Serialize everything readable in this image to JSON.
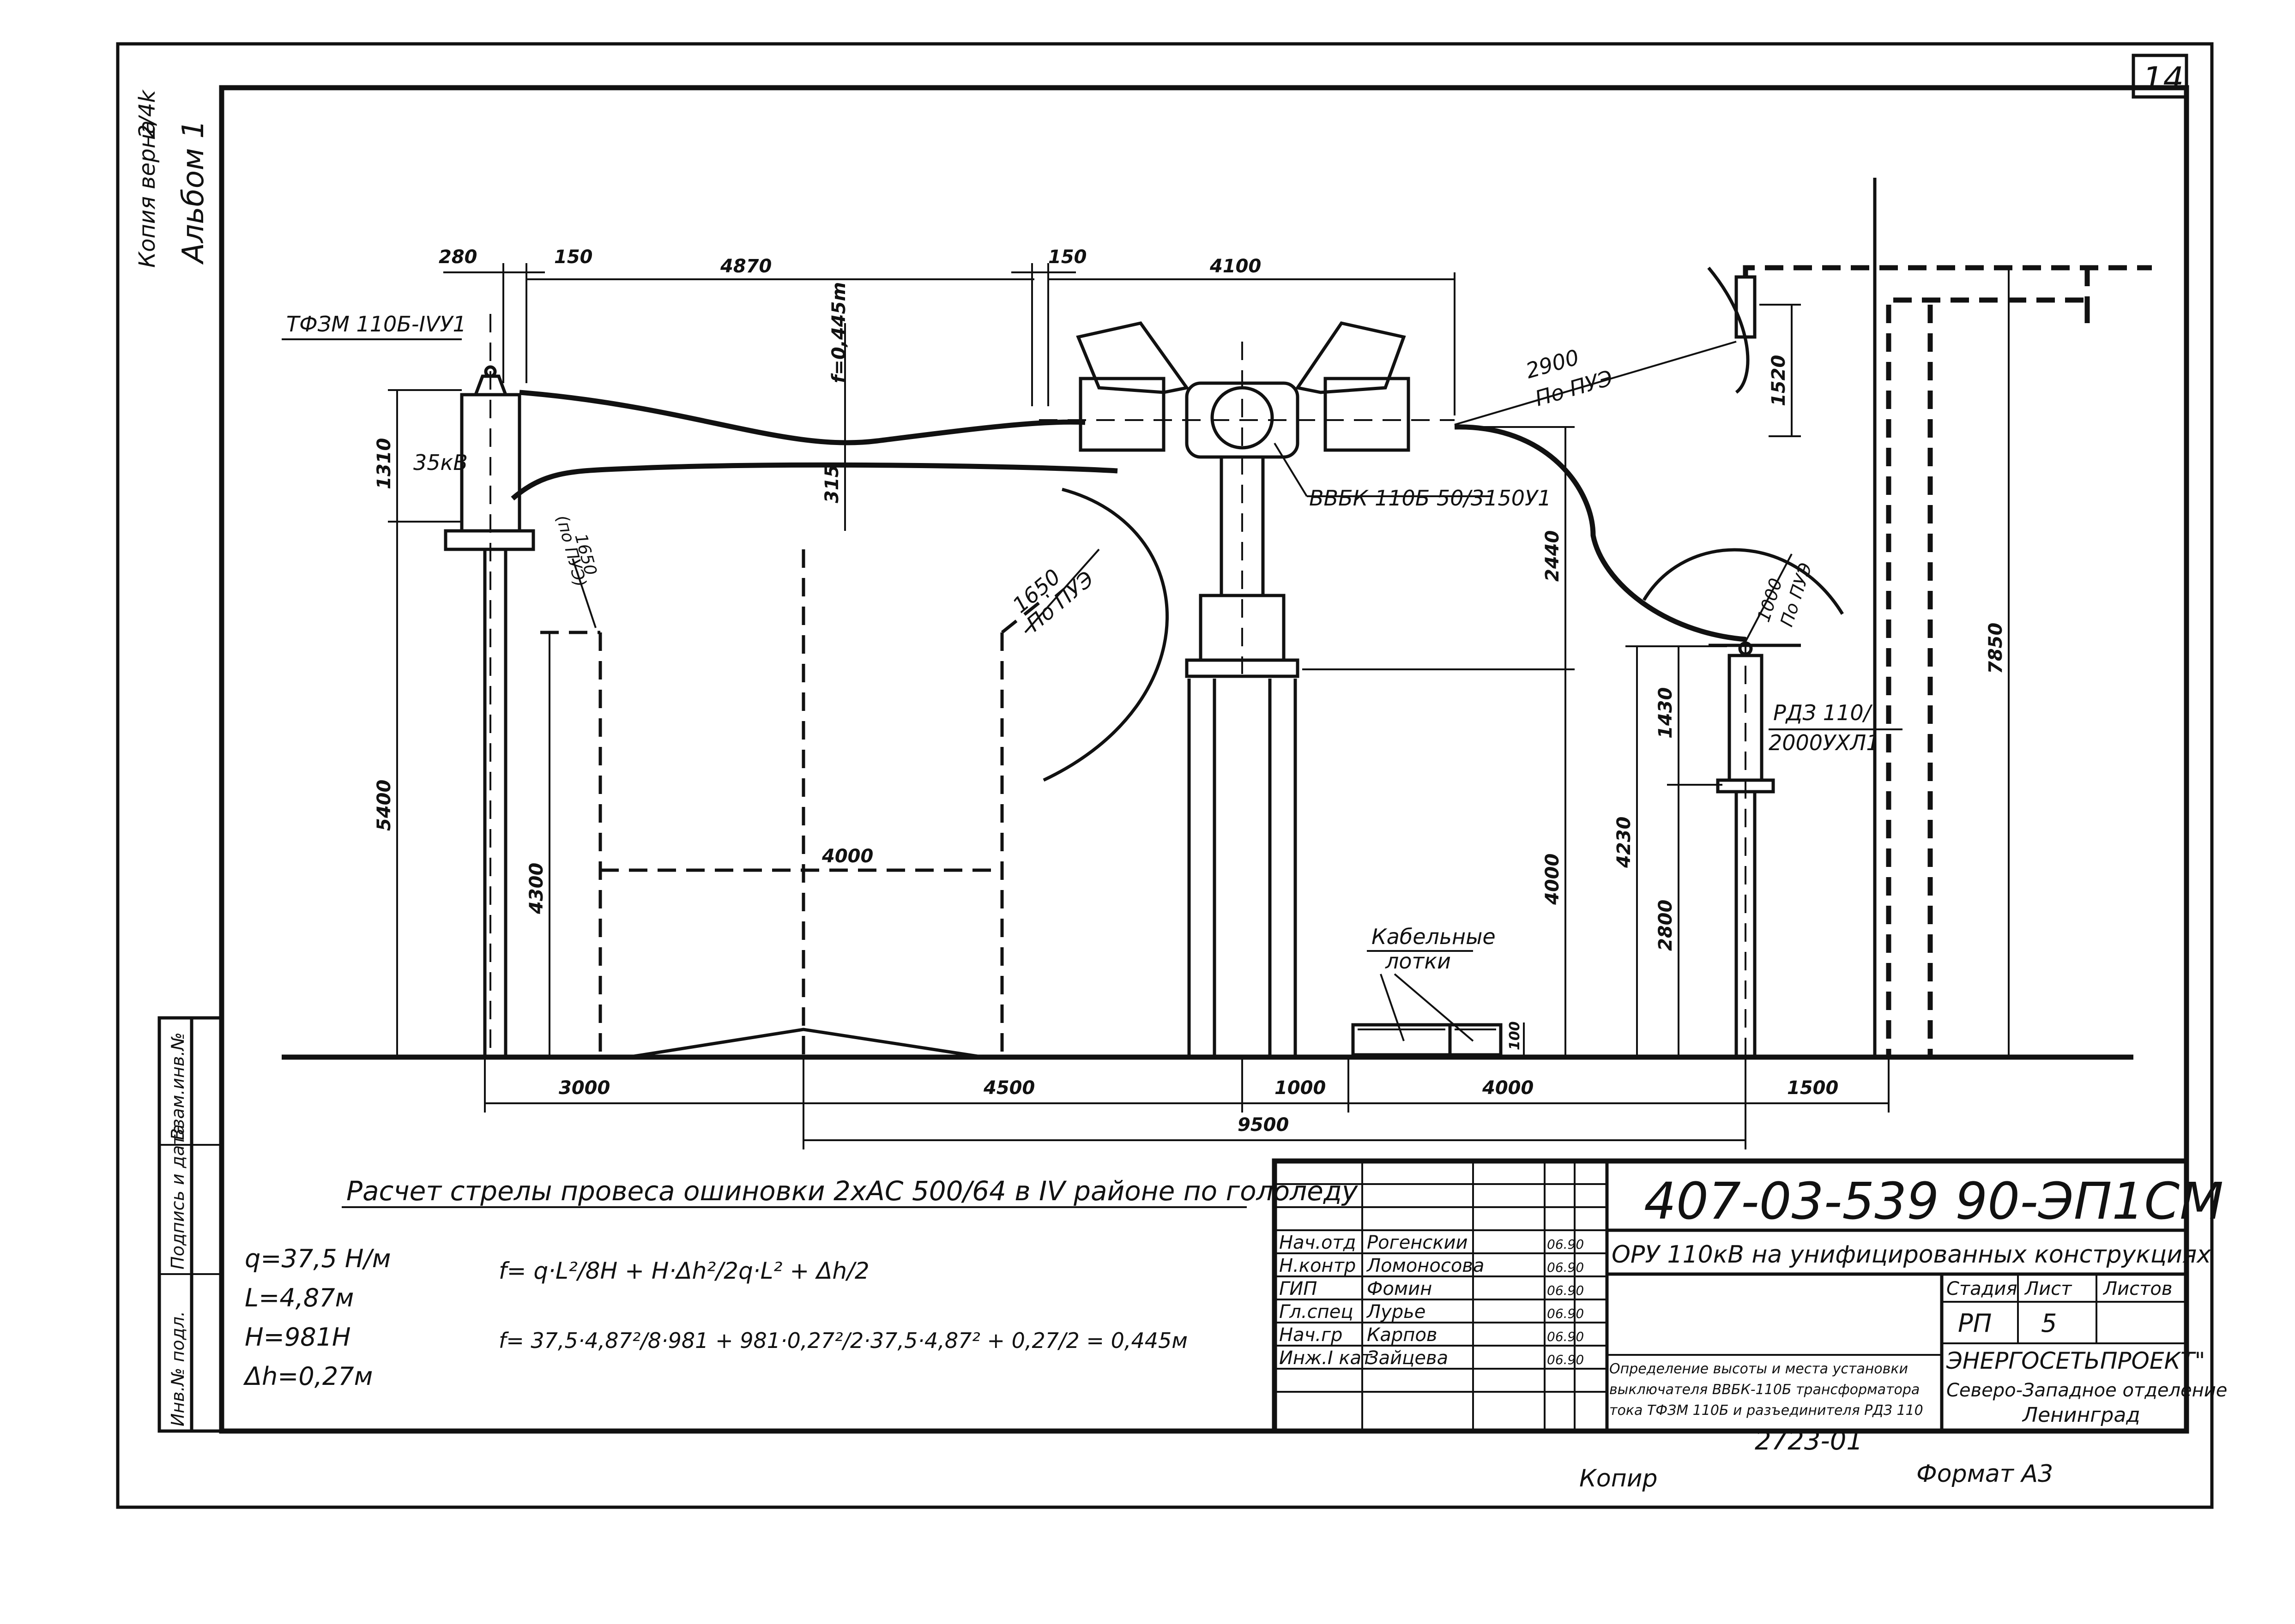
{
  "sheet": {
    "sheet_no": "14",
    "margin_note_1": "Копия верна",
    "margin_note_2": "Альбом 1",
    "copied_label": "Копир",
    "format_label": "Формат А3",
    "archive_no": "2723-01"
  },
  "side_stamp": {
    "cells": [
      "Инв.№ подл.",
      "Подпись и дата",
      "Взам.инв.№"
    ]
  },
  "drawing": {
    "labels": {
      "transformer": "ТФЗМ 110Б-IVУ1",
      "kv35": "35кВ",
      "breaker": "ВВБК 110Б 50/3150У1",
      "disconnector_l1": "РДЗ 110/",
      "disconnector_l2": "2000УХЛ1",
      "cable_l1": "Кабельные",
      "cable_l2": "лотки",
      "sag": "f=0,445m",
      "r1650_a": "1650",
      "r1650_b": "По ПУЭ",
      "r2900_a": "2900",
      "r2900_b": "По ПУЭ",
      "r1000_a": "1000",
      "r1000_b": "По ПУЭ",
      "r1650b_a": "1650",
      "r1650b_b": "(по ПУЭ)"
    },
    "dims": {
      "d280": "280",
      "d150a": "150",
      "d4870": "4870",
      "d150b": "150",
      "d4100": "4100",
      "d1310": "1310",
      "d315": "315",
      "d5400": "5400",
      "d4300": "4300",
      "d4000w": "4000",
      "d2440": "2440",
      "d4000v": "4000",
      "d1430": "1430",
      "d4230": "4230",
      "d2800": "2800",
      "d1520": "1520",
      "d7850": "7850",
      "d100": "100",
      "d3000": "3000",
      "d4500": "4500",
      "d1000": "1000",
      "d4000h": "4000",
      "d1500": "1500",
      "d9500": "9500"
    }
  },
  "calc": {
    "title": "Расчет стрелы провеса ошиновки 2хАС 500/64 в IV районе по гололеду",
    "q": "q=37,5 Н/м",
    "L": "L=4,87м",
    "H": "H=981Н",
    "dh": "Δh=0,27м",
    "formula": "f= q·L²/8H + H·Δh²/2q·L² + Δh/2",
    "formula_num": "f= 37,5·4,87²/8·981 + 981·0,27²/2·37,5·4,87² + 0,27/2 = 0,445м"
  },
  "title_block": {
    "code": "407-03-539 90-ЭП1СМ",
    "object": "ОРУ 110кВ на унифицированных конструкциях",
    "stage_h": "Стадия",
    "sheet_h": "Лист",
    "sheets_h": "Листов",
    "stage": "РП",
    "sheet": "5",
    "desc1": "Определение высоты и места установки",
    "desc2": "выключателя ВВБК-110Б трансформатора",
    "desc3": "тока ТФЗМ 110Б и разъединителя РДЗ 110",
    "org1": "ЭНЕРГОСЕТЬПРОЕКТ\"",
    "org2": "Северо-Западное отделение",
    "org3": "Ленинград",
    "people": [
      {
        "role": "Нач.отд",
        "name": "Рогенскии",
        "date": "06.90"
      },
      {
        "role": "Н.контр",
        "name": "Ломоносова",
        "date": "06.90"
      },
      {
        "role": "ГИП",
        "name": "Фомин",
        "date": "06.90"
      },
      {
        "role": "Гл.спец",
        "name": "Лурье",
        "date": "06.90"
      },
      {
        "role": "Нач.гр",
        "name": "Карпов",
        "date": "06.90"
      },
      {
        "role": "Инж.I кат",
        "name": "Зайцева",
        "date": "06.90"
      }
    ]
  }
}
